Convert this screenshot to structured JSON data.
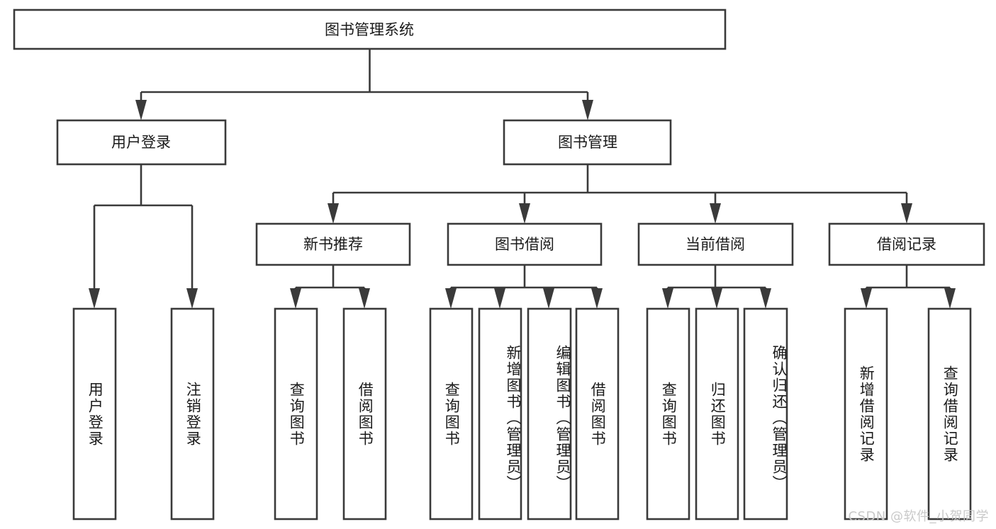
{
  "diagram": {
    "title": "图书管理系统",
    "watermark": "CSDN @软件_小贺同学",
    "colors": {
      "stroke": "#3a3a3a",
      "box_fill": "#ffffff",
      "text": "#1a1a1a",
      "watermark": "#c9c9c9",
      "background": "#ffffff"
    },
    "levels": {
      "root": {
        "label": "图书管理系统"
      },
      "level2": [
        {
          "label": "用户登录"
        },
        {
          "label": "图书管理"
        }
      ],
      "level3": [
        {
          "label": "新书推荐"
        },
        {
          "label": "图书借阅"
        },
        {
          "label": "当前借阅"
        },
        {
          "label": "借阅记录"
        }
      ],
      "leaves": {
        "user_login": [
          {
            "label": "用户登录"
          },
          {
            "label": "注销登录"
          }
        ],
        "new_book_recommend": [
          {
            "label": "查询图书"
          },
          {
            "label": "借阅图书"
          }
        ],
        "book_borrow": [
          {
            "label": "查询图书"
          },
          {
            "label": "新增图书（管理员）"
          },
          {
            "label": "编辑图书（管理员）"
          },
          {
            "label": "借阅图书"
          }
        ],
        "current_borrow": [
          {
            "label": "查询图书"
          },
          {
            "label": "归还图书"
          },
          {
            "label": "确认归还（管理员）"
          }
        ],
        "borrow_records": [
          {
            "label": "新增借阅记录"
          },
          {
            "label": "查询借阅记录"
          }
        ]
      }
    }
  }
}
